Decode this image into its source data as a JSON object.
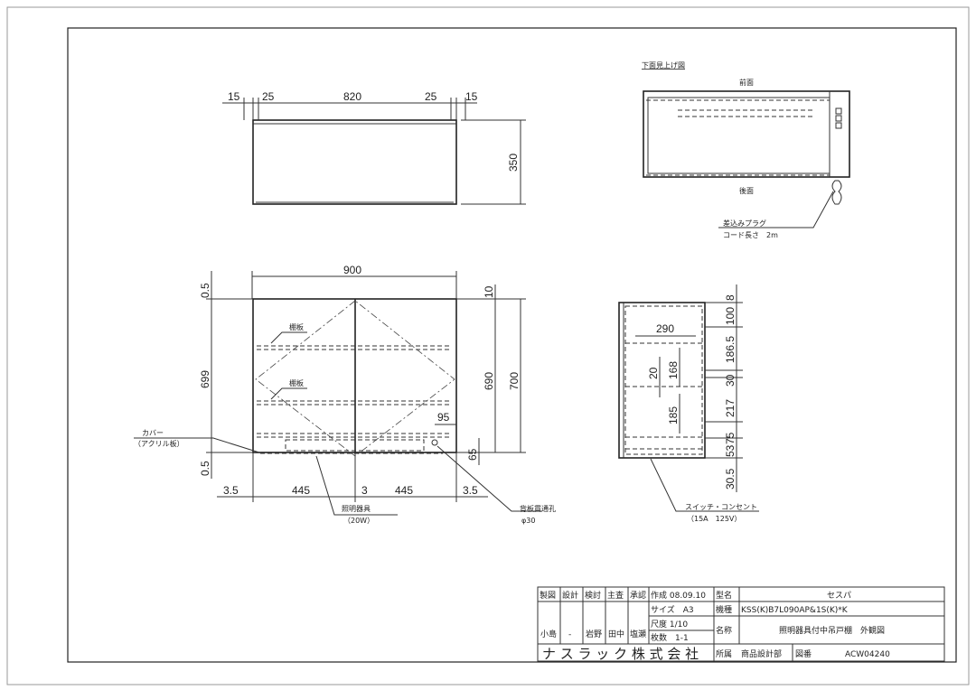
{
  "top_view": {
    "dims": [
      "15",
      "25",
      "820",
      "25",
      "15"
    ],
    "height": "350"
  },
  "bottom_view": {
    "title": "下面見上げ図",
    "front": "前面",
    "back": "後面",
    "plug_label": "差込みプラグ",
    "cord_label": "コード長さ　2m"
  },
  "front_view": {
    "width": "900",
    "top_gap": "0.5",
    "bottom_gap": "0.5",
    "left_height": "699",
    "right_top": "10",
    "right_inner": "690",
    "right_total": "700",
    "shelf1": "棚板",
    "shelf2": "棚板",
    "cover": "カバー",
    "cover_sub": "（アクリル板）",
    "hole_offset_x": "95",
    "hole_offset_y": "65",
    "bottom_dims": [
      "3.5",
      "445",
      "3",
      "445",
      "3.5"
    ],
    "light_label": "照明器具",
    "light_sub": "（20W）",
    "hole_label": "背板貫通孔",
    "hole_sub": "φ30"
  },
  "side_view": {
    "depth": "290",
    "d20": "20",
    "d168": "168",
    "d185": "185",
    "right_dims": [
      "8",
      "100",
      "186.5",
      "30",
      "217",
      "75",
      "53",
      "30.5"
    ],
    "switch_label": "スイッチ・コンセント",
    "switch_sub": "（15A　125V）"
  },
  "title_block": {
    "headers": [
      "製図",
      "設計",
      "検討",
      "主査",
      "承認"
    ],
    "names": [
      "小島",
      "-",
      "岩野",
      "田中",
      "塩瀬"
    ],
    "created": "作成 08.09.10",
    "size": "サイズ　A3",
    "scale": "尺度 1/10",
    "sheets": "枚数　1-1",
    "model_label": "型名",
    "model": "セスパ",
    "type_label": "機種",
    "type": "KSS(K)B7L090AP&1S(K)*K",
    "name_label": "名称",
    "name": "照明器具付中吊戸棚　外観図",
    "company": "ナ ス ラ ッ ク 株 式 会 社",
    "dept_label": "所属",
    "dept": "商品設計部",
    "drawing_no_label": "図番",
    "drawing_no": "ACW04240"
  }
}
